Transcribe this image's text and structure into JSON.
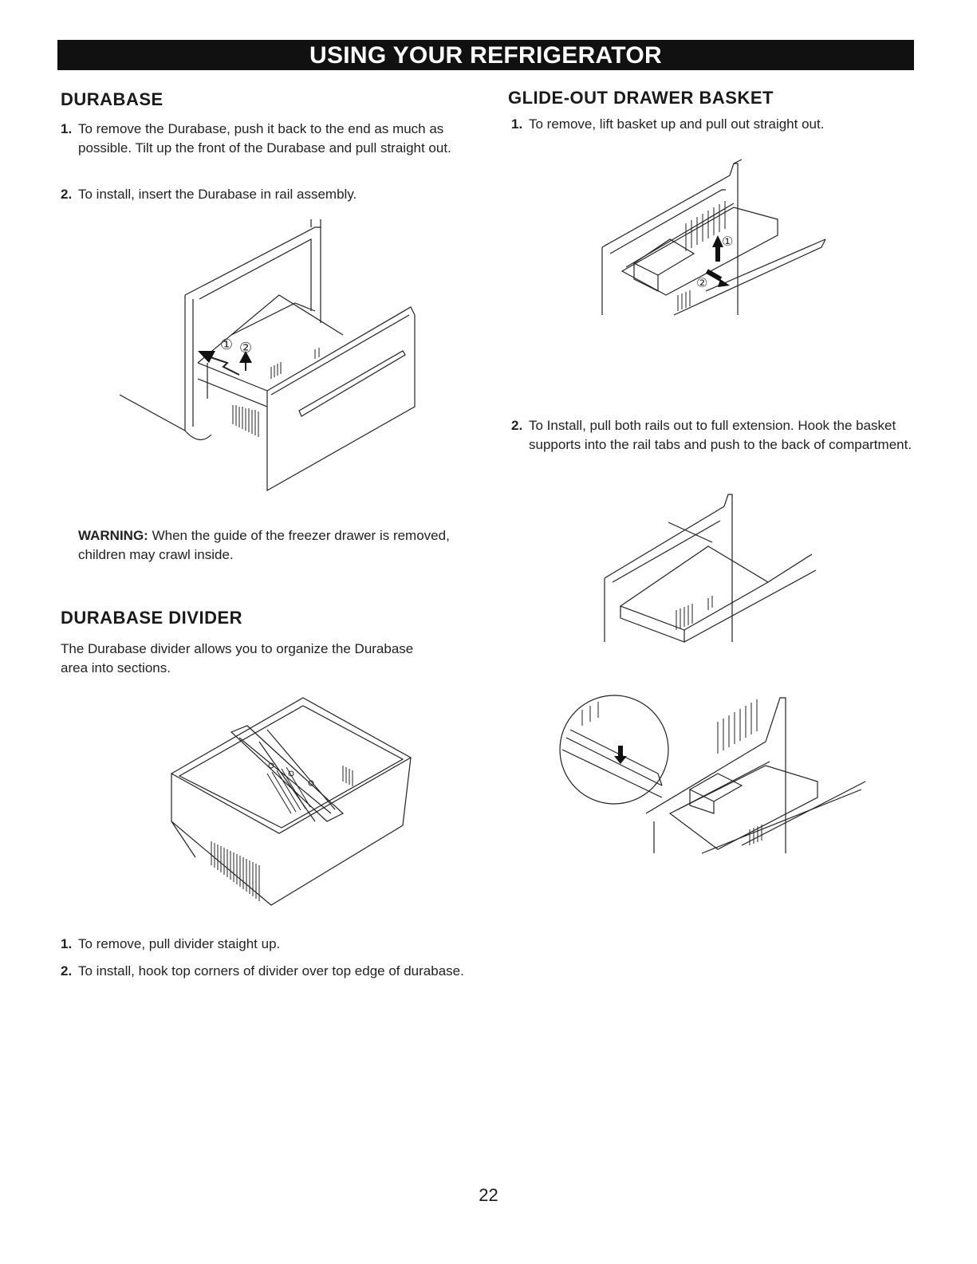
{
  "header": {
    "title": "USING YOUR REFRIGERATOR"
  },
  "durabase": {
    "heading": "DURABASE",
    "steps": [
      {
        "num": "1.",
        "text": "To remove the Durabase, push it back to the end as much as possible. Tilt up the front of the Durabase and pull straight out."
      },
      {
        "num": "2.",
        "text": "To install, insert the Durabase in rail assembly."
      }
    ],
    "figure_callouts": [
      "①",
      "②"
    ],
    "warning": {
      "label": "WARNING:",
      "text": "When the guide of the freezer drawer is removed, children may crawl inside."
    }
  },
  "divider": {
    "heading": "DURABASE DIVIDER",
    "intro": "The Durabase divider allows you to organize the Durabase area into sections.",
    "steps": [
      {
        "num": "1.",
        "text": "To remove, pull divider staight up."
      },
      {
        "num": "2.",
        "text": "To install, hook top corners of divider over top edge of durabase."
      }
    ]
  },
  "glide": {
    "heading": "GLIDE-OUT DRAWER BASKET",
    "steps": [
      {
        "num": "1.",
        "text": "To remove, lift basket up and pull out straight out."
      },
      {
        "num": "2.",
        "text": "To Install, pull both rails out to full extension. Hook the basket supports into the rail tabs and push to the back of compartment."
      }
    ],
    "figure_callouts": [
      "①",
      "②"
    ]
  },
  "footer": {
    "page_number": "22"
  },
  "icons": [
    "durabase-removal-illustration",
    "divider-basket-illustration",
    "basket-removal-illustration",
    "basket-install-illustration",
    "rail-hook-illustration"
  ]
}
